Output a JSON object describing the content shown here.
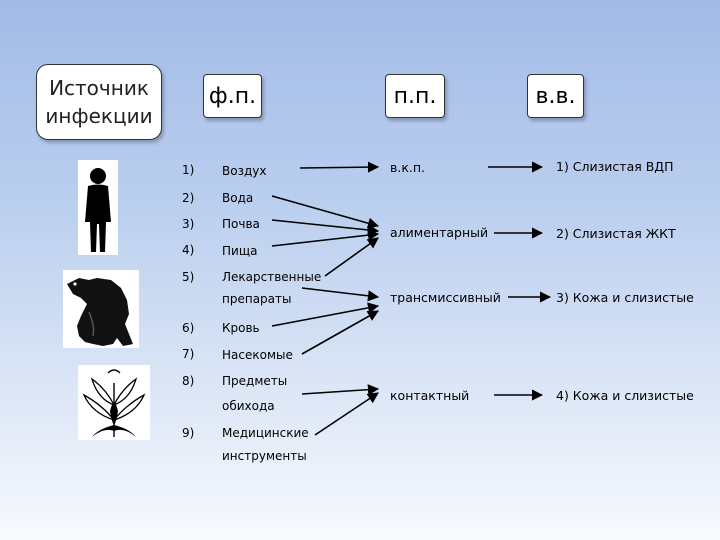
{
  "source_box": {
    "line1": "Источник",
    "line2": "инфекции"
  },
  "headers": {
    "fp": "ф.п.",
    "pp": "п.п.",
    "vv": "в.в."
  },
  "factors": [
    {
      "num": "1)",
      "line1": "Воздух",
      "line2": ""
    },
    {
      "num": "2)",
      "line1": "Вода",
      "line2": ""
    },
    {
      "num": "3)",
      "line1": "Почва",
      "line2": ""
    },
    {
      "num": "4)",
      "line1": "Пища",
      "line2": ""
    },
    {
      "num": "5)",
      "line1": "Лекарственные",
      "line2": "препараты"
    },
    {
      "num": "6)",
      "line1": "Кровь",
      "line2": ""
    },
    {
      "num": "7)",
      "line1": "Насекомые",
      "line2": ""
    },
    {
      "num": "8)",
      "line1": "Предметы",
      "line2": "обихода"
    },
    {
      "num": "9)",
      "line1": "Медицинские",
      "line2": "инструменты"
    }
  ],
  "paths": [
    "в.к.п.",
    "алиментарный",
    "трансмиссивный",
    "контактный"
  ],
  "gates": [
    "1)  Слизистая ВДП",
    "2) Слизистая ЖКТ",
    "3) Кожа и слизистые",
    "4)  Кожа и слизистые"
  ],
  "icons": {
    "person": "person-icon",
    "bear": "bear-icon",
    "plant": "plant-icon"
  },
  "colors": {
    "bg_top": "#a2bbe6",
    "bg_bottom": "#f8fafe",
    "arrow": "#000000"
  }
}
